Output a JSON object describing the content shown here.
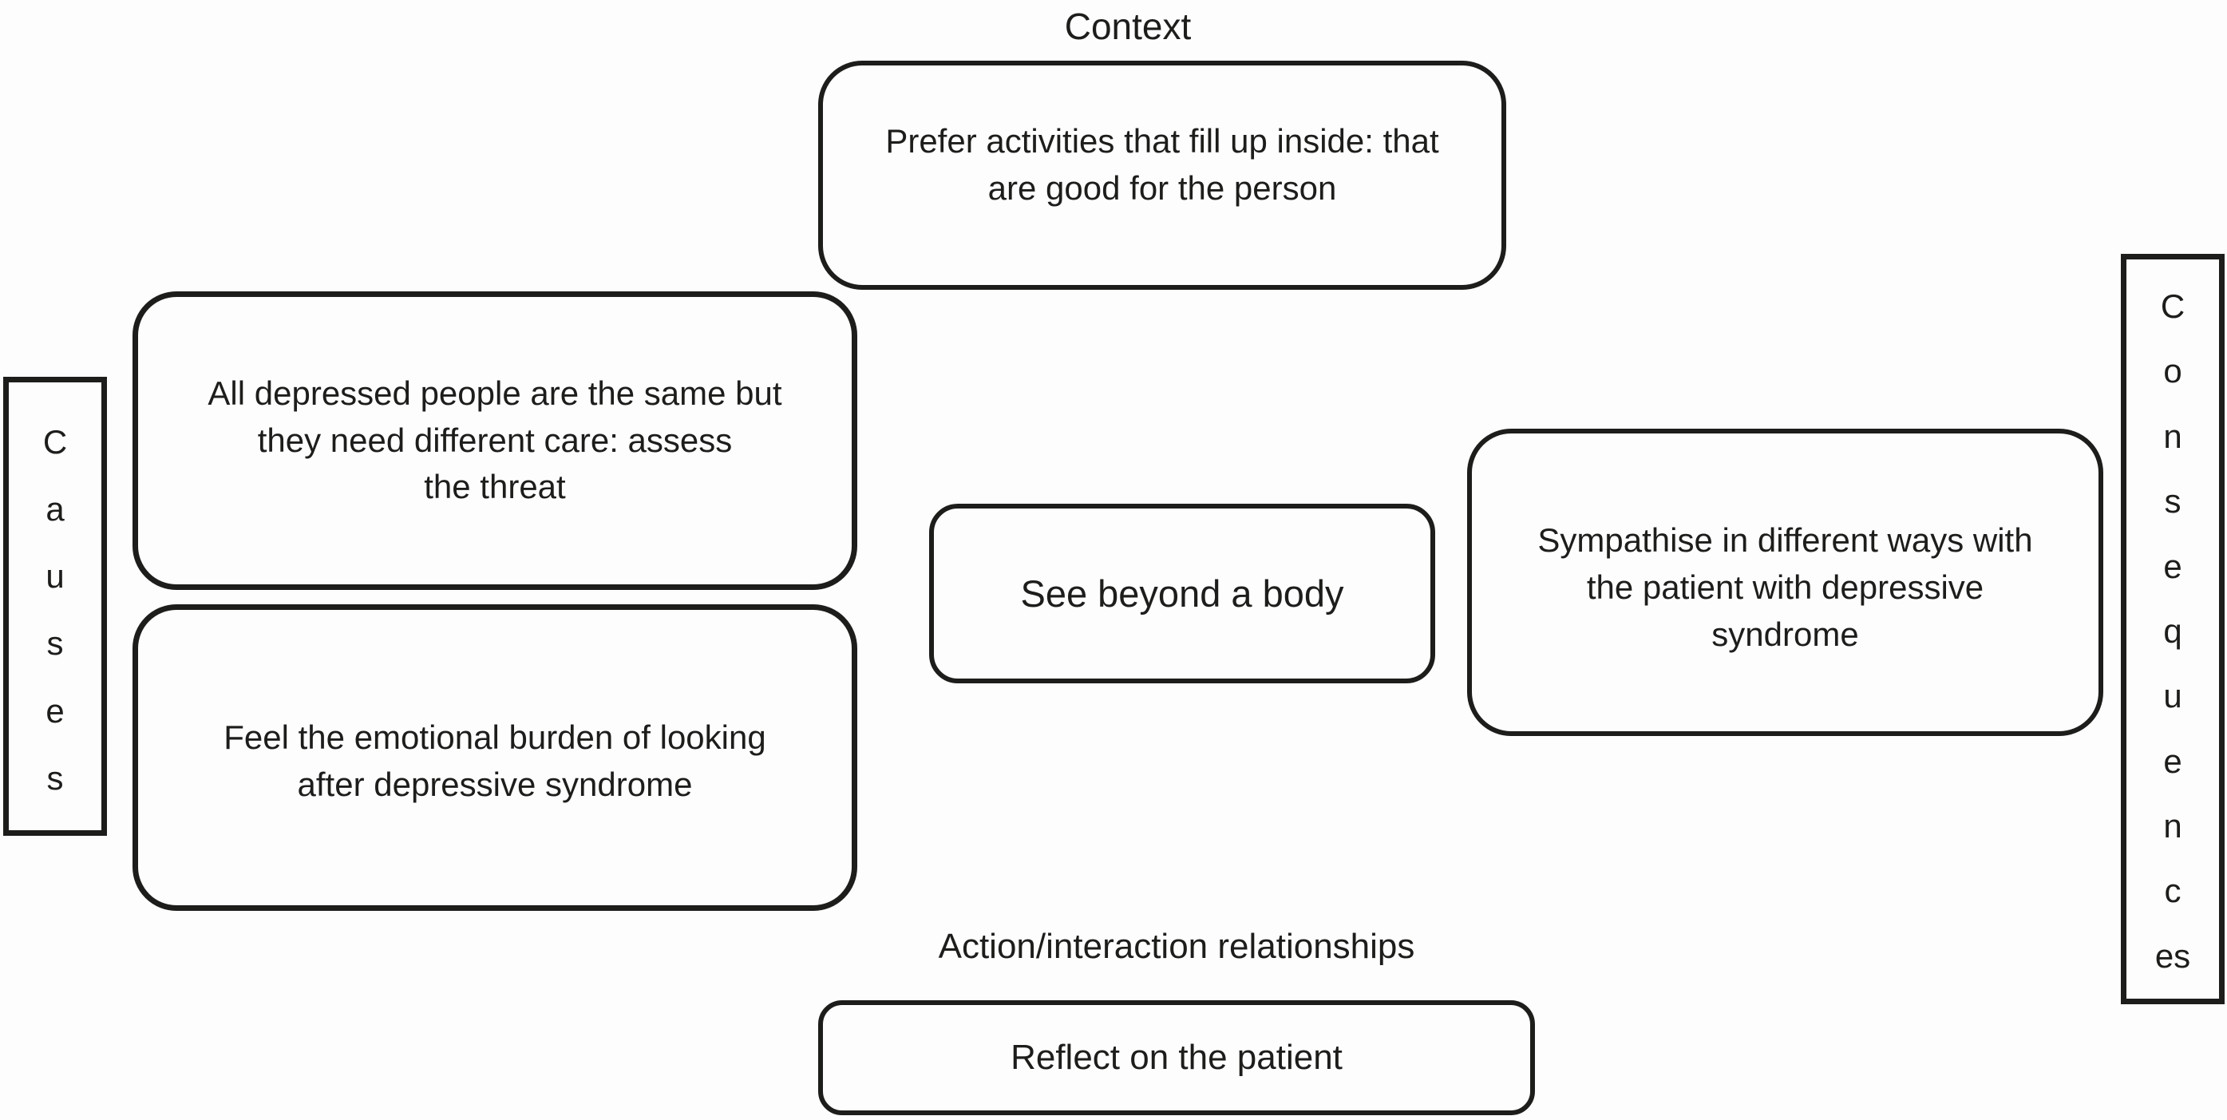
{
  "figure": {
    "background": "#fdfdfd",
    "ink": "#1d1d1b"
  },
  "context": {
    "label": "Context",
    "box_text": "Prefer activities that fill up inside: that\nare good for the person"
  },
  "causes": {
    "word": "Causes",
    "letters": [
      "C",
      "a",
      "u",
      "s",
      "e",
      "s"
    ]
  },
  "left_boxes": {
    "assess_threat": "All depressed people are the same but\nthey need different care: assess\nthe threat",
    "emotional_burden": "Feel the emotional burden of looking\nafter depressive syndrome"
  },
  "center_box": {
    "text": "See beyond a body"
  },
  "right_box": {
    "text": "Sympathise in different ways with\nthe patient with depressive\nsyndrome"
  },
  "consequences": {
    "word": "Consequences",
    "letters": [
      "C",
      "o",
      "n",
      "s",
      "e",
      "q",
      "u",
      "e",
      "n",
      "c",
      "es"
    ]
  },
  "action": {
    "label": "Action/interaction relationships",
    "box_text": "Reflect on the patient"
  }
}
